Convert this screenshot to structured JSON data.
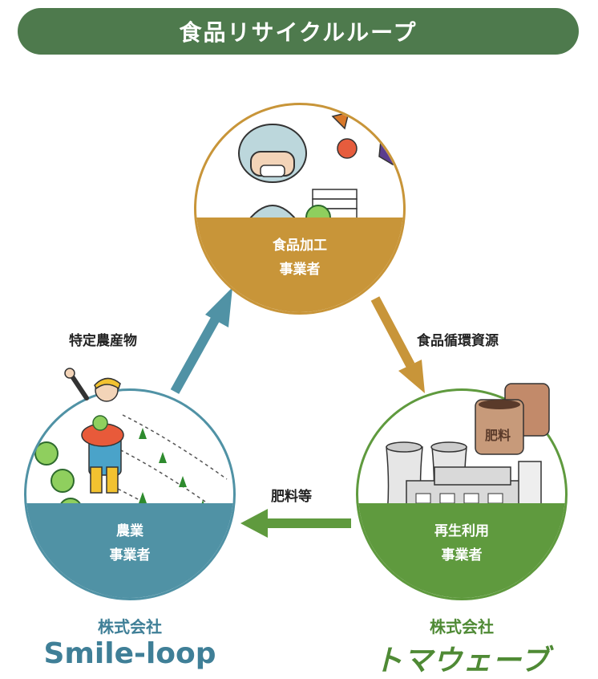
{
  "title": "食品リサイクルループ",
  "colors": {
    "banner": "#4e7a4d",
    "processor": "#c89539",
    "farmer": "#5092a5",
    "recycler": "#5f9a3e"
  },
  "nodes": {
    "processor": {
      "line1": "食品加工",
      "line2": "事業者"
    },
    "farmer": {
      "line1": "農業",
      "line2": "事業者"
    },
    "recycler": {
      "line1": "再生利用",
      "line2": "事業者"
    }
  },
  "flows": {
    "farmer_to_processor": "特定農産物",
    "processor_to_recycler": "食品循環資源",
    "recycler_to_farmer": "肥料等"
  },
  "companies": {
    "left": {
      "prefix": "株式会社",
      "name": "Smile-loop"
    },
    "right": {
      "prefix": "株式会社",
      "name": "トマウェーブ"
    }
  },
  "illustration_text": {
    "fertilizer_bag": "肥料"
  },
  "icons": [
    "worker-illustration",
    "vegetable-scraps-icon",
    "farmer-illustration",
    "factory-illustration",
    "fertilizer-bag-icon"
  ]
}
